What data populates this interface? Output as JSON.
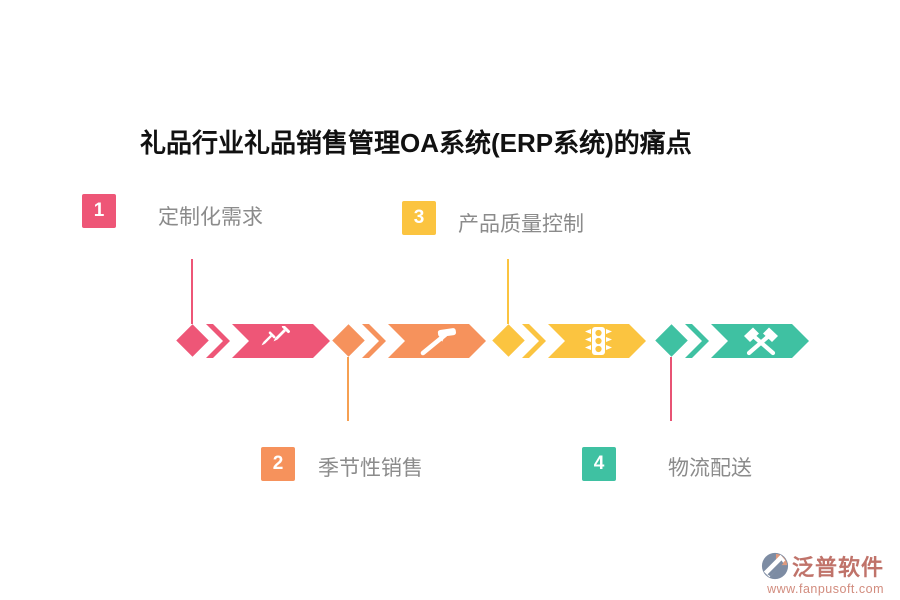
{
  "page": {
    "background": "#ffffff"
  },
  "title": {
    "text": "礼品行业礼品销售管理OA系统(ERP系统)的痛点",
    "color": "#111111"
  },
  "label_color": "#8b8b8b",
  "items": [
    {
      "number": "1",
      "label": "定制化需求",
      "color": "#EE5677",
      "position": "top"
    },
    {
      "number": "2",
      "label": "季节性销售",
      "color": "#F6925C",
      "position": "bottom"
    },
    {
      "number": "3",
      "label": "产品质量控制",
      "color": "#FBC440",
      "position": "top"
    },
    {
      "number": "4",
      "label": "物流配送",
      "color": "#3FC1A2",
      "position": "bottom"
    }
  ],
  "timeline": {
    "icon_color": "#FFFFFF",
    "segments": [
      {
        "color": "#EE5677",
        "icon": "nails-icon",
        "connector_color": "#EE5677",
        "connector_direction": "up"
      },
      {
        "color": "#F6925C",
        "icon": "hammer-icon",
        "connector_color": "#F6A052",
        "connector_direction": "down"
      },
      {
        "color": "#FBC440",
        "icon": "traffic-light-icon",
        "connector_color": "#FBC440",
        "connector_direction": "up"
      },
      {
        "color": "#3FC1A2",
        "icon": "crossed-hammers-icon",
        "connector_color": "#E85374",
        "connector_direction": "down"
      }
    ]
  },
  "logo": {
    "text": "泛普软件",
    "url": "www.fanpusoft.com",
    "text_color": "#C0736A",
    "url_color": "#D28C7E",
    "icon_slate": "#7D8CA3",
    "icon_salmon": "#E09A7D"
  }
}
